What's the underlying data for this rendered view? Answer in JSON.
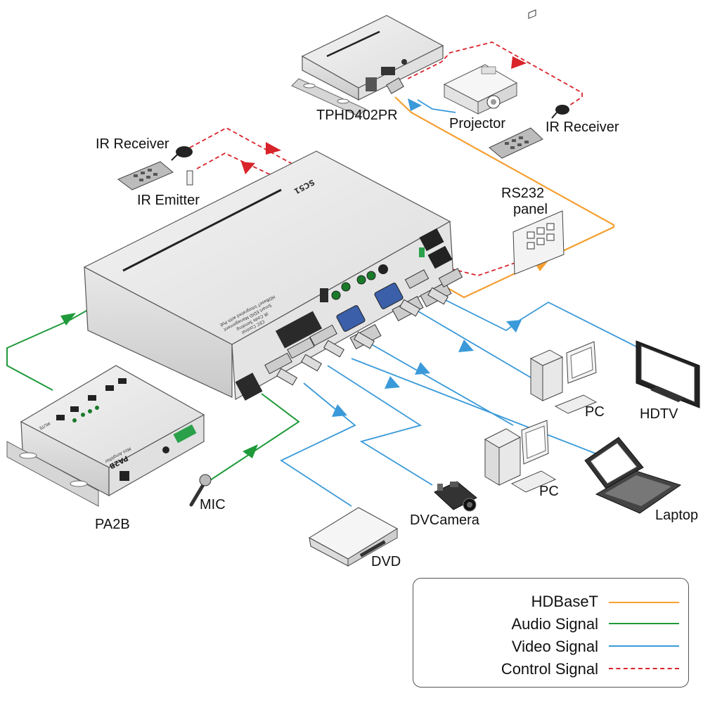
{
  "labels": {
    "tphd": "TPHD402PR",
    "projector": "Projector",
    "ir_receiver_right": "IR Receiver",
    "ir_receiver_left": "IR Receiver",
    "ir_emitter": "IR Emitter",
    "rs232_line1": "RS232",
    "rs232_line2": "panel",
    "pa2b": "PA2B",
    "mic": "MIC",
    "dvd": "DVD",
    "dvcamera": "DVCamera",
    "pc_top": "PC",
    "pc_bottom": "PC",
    "hdtv": "HDTV",
    "laptop": "Laptop"
  },
  "device_marks": {
    "main_brand": "SC51",
    "pa2b_brand": "PA2B",
    "pa2b_sub": "Mini Amplifier",
    "mute": "MUTE"
  },
  "legend": {
    "items": [
      {
        "label": "HDBaseT",
        "color": "#f5a032",
        "style": "solid"
      },
      {
        "label": "Audio Signal",
        "color": "#1f9a3a",
        "style": "solid"
      },
      {
        "label": "Video Signal",
        "color": "#3a9ad9",
        "style": "solid"
      },
      {
        "label": "Control Signal",
        "color": "#d9232a",
        "style": "dashed"
      }
    ]
  },
  "colors": {
    "hdbaset": "#f5a032",
    "audio": "#1f9a3a",
    "video": "#3a9ad9",
    "control": "#d9232a"
  }
}
